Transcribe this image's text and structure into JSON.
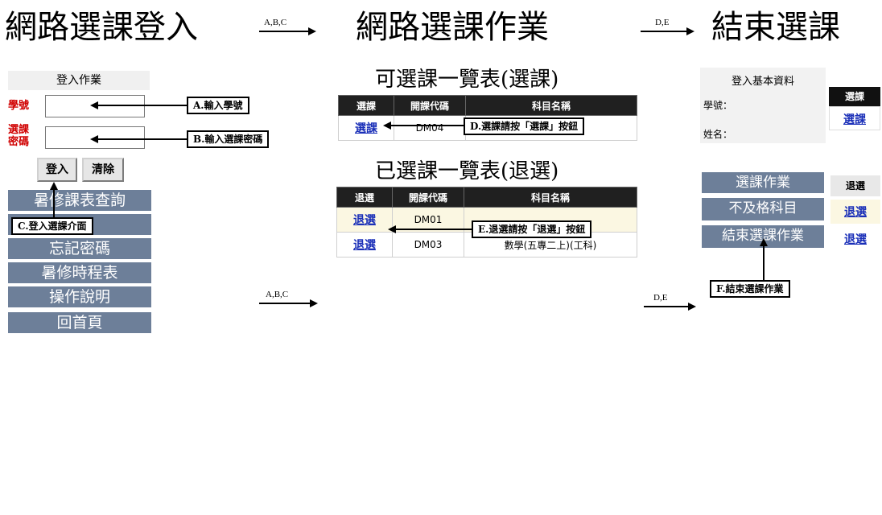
{
  "titles": {
    "login": "網路選課登入",
    "work": "網路選課作業",
    "end": "結束選課"
  },
  "flow_labels": {
    "top_left": "A,B,C",
    "top_right": "D,E",
    "bottom_left": "A,B,C",
    "bottom_right": "D,E"
  },
  "login": {
    "header": "登入作業",
    "id_label": "學號",
    "pw_label_1": "選課",
    "pw_label_2": "密碼",
    "login_button": "登入",
    "clear_button": "清除",
    "menu": [
      "暑修課表查詢",
      "",
      "忘記密碼",
      "暑修時程表",
      "操作說明",
      "回首頁"
    ]
  },
  "callouts": {
    "a": "A.輸入學號",
    "b": "B.輸入選課密碼",
    "c": "C.登入選課介面",
    "d": "D.選課請按「選課」按鈕",
    "e": "E.退選請按「退選」按鈕",
    "f": "F.結束選課作業"
  },
  "available": {
    "title": "可選課一覽表(選課)",
    "headers": [
      "選課",
      "開課代碼",
      "科目名稱"
    ],
    "rows": [
      {
        "action": "選課",
        "code": "DM04",
        "name": ""
      }
    ]
  },
  "selected": {
    "title": "已選課一覽表(退選)",
    "headers": [
      "退選",
      "開課代碼",
      "科目名稱"
    ],
    "rows": [
      {
        "action": "退選",
        "code": "DM01",
        "name": ""
      },
      {
        "action": "退選",
        "code": "DM03",
        "name": "數學(五專二上)(工科)"
      }
    ]
  },
  "end_panel": {
    "info_header": "登入基本資料",
    "id_label": "學號：",
    "name_label": "姓名：",
    "select_header": "選課",
    "select_link": "選課",
    "menu": [
      "選課作業",
      "不及格科目",
      "結束選課作業"
    ],
    "drop_header": "退選",
    "drop_links": [
      "退選",
      "退選"
    ]
  },
  "colors": {
    "menu_bg": "#6d7f99",
    "label_red": "#d00000",
    "link_blue": "#1a2fb8"
  }
}
